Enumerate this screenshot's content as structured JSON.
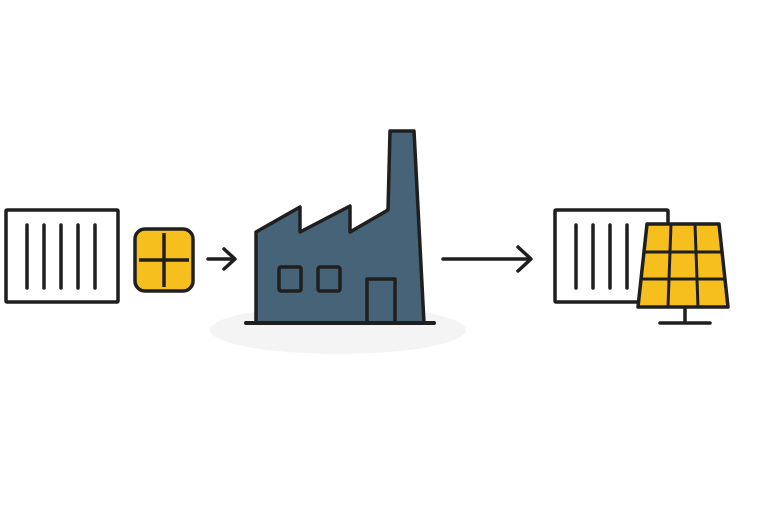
{
  "diagram": {
    "stages": [
      {
        "name": "input",
        "icons": [
          "container-icon",
          "battery-cell-icon"
        ]
      },
      {
        "name": "process",
        "icons": [
          "factory-icon"
        ]
      },
      {
        "name": "output",
        "icons": [
          "container-icon",
          "solar-panel-icon"
        ]
      }
    ],
    "connectors": [
      {
        "from": "input",
        "to": "process",
        "icon": "arrow-right-icon"
      },
      {
        "from": "process",
        "to": "output",
        "icon": "arrow-right-icon"
      }
    ]
  },
  "colors": {
    "outline": "#1f1f1f",
    "factory_fill": "#466378",
    "accent_yellow": "#f6bf1e",
    "panel_fill": "#ffffff",
    "ground_shadow": "#f2f2f2"
  }
}
